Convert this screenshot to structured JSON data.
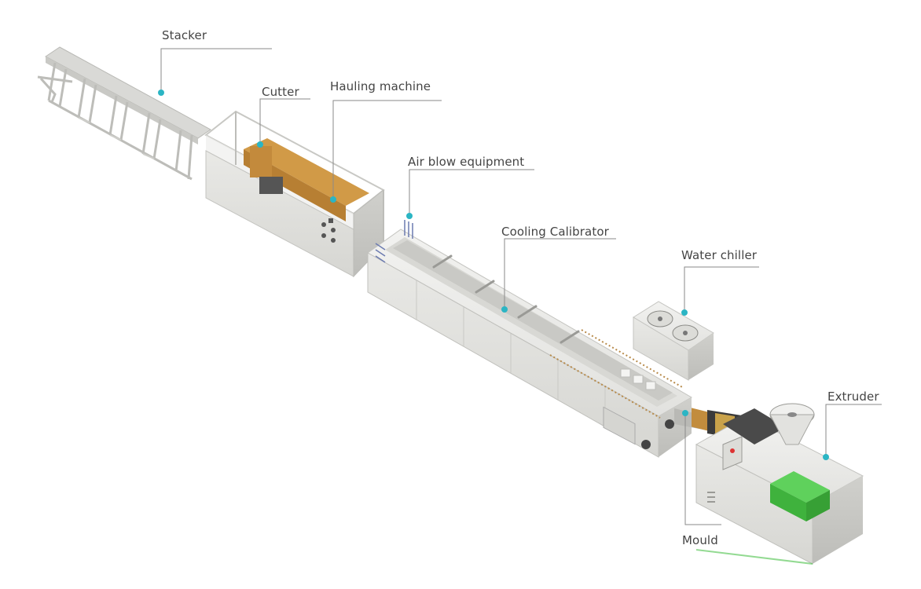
{
  "diagram": {
    "labels": {
      "stacker": "Stacker",
      "cutter": "Cutter",
      "hauling": "Hauling machine",
      "air_blow": "Air blow equipment",
      "cooling": "Cooling Calibrator",
      "chiller": "Water chiller",
      "extruder": "Extruder",
      "mould": "Mould"
    },
    "colors": {
      "marker": "#2bb5c4",
      "leader": "#8a8a8a",
      "machine_body": "#e6e6e3",
      "machine_shade": "#cfcfcc",
      "wood_interior": "#d19a47",
      "extruder_green": "#4cc24a",
      "label_text": "#444444"
    }
  }
}
